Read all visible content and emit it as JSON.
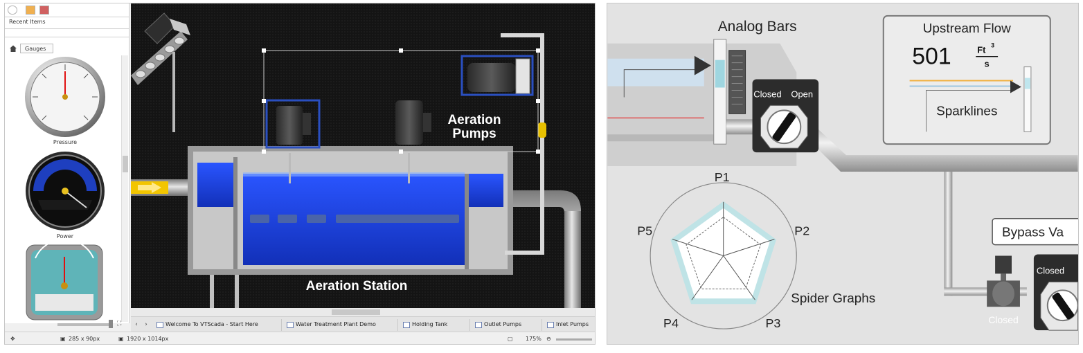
{
  "palette": {
    "recent_label": "Recent Items",
    "crumb": "Gauges",
    "gauges": [
      {
        "label": "Pressure"
      },
      {
        "label": "Power"
      }
    ]
  },
  "canvas": {
    "label_pumps_line1": "Aeration",
    "label_pumps_line2": "Pumps",
    "label_station": "Aeration Station"
  },
  "tabs": [
    {
      "label": "Welcome To VTScada - Start Here"
    },
    {
      "label": "Water Treatment Plant Demo"
    },
    {
      "label": "Holding Tank"
    },
    {
      "label": "Outlet Pumps"
    },
    {
      "label": "Inlet Pumps"
    }
  ],
  "status": {
    "selection_size": "285 x 90px",
    "page_size": "1920 x 1014px",
    "zoom": "175%"
  },
  "right": {
    "analog_bars_label": "Analog  Bars",
    "switch_closed": "Closed",
    "switch_open": "Open",
    "upstream_title": "Upstream Flow",
    "upstream_value": "501",
    "upstream_unit_num": "Ft",
    "upstream_unit_exp": "3",
    "upstream_unit_den": "s",
    "sparklines_label": "Sparklines",
    "spider_labels": [
      "P1",
      "P2",
      "P3",
      "P4",
      "P5"
    ],
    "spider_graphs_label": "Spider Graphs",
    "bypass_label": "Bypass Va",
    "valve_closed": "Closed",
    "switch2_closed": "Closed"
  },
  "colors": {
    "water": "#1b3fe0",
    "pipe": "#b9b9b9",
    "canvas_bg": "#111111",
    "selection_blue": "#2a4fc0",
    "spider_fill": "#bfe3e6"
  }
}
